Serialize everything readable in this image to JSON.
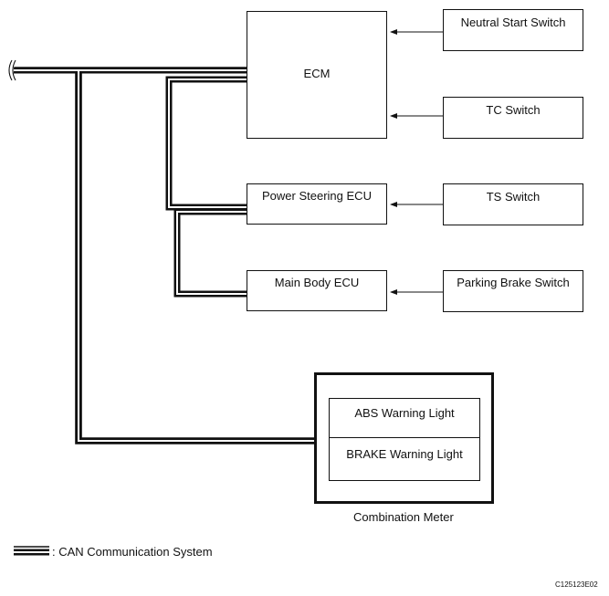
{
  "components": {
    "ecm": "ECM",
    "power_steering_ecu": "Power Steering ECU",
    "main_body_ecu": "Main Body ECU",
    "neutral_start_switch": "Neutral Start Switch",
    "tc_switch": "TC Switch",
    "ts_switch": "TS Switch",
    "parking_brake_switch": "Parking Brake Switch",
    "abs_warning_light": "ABS Warning Light",
    "brake_warning_light": "BRAKE Warning Light",
    "combination_meter": "Combination Meter"
  },
  "legend": {
    "can_label": ": CAN Communication System"
  },
  "figure_code": "C125123E02"
}
